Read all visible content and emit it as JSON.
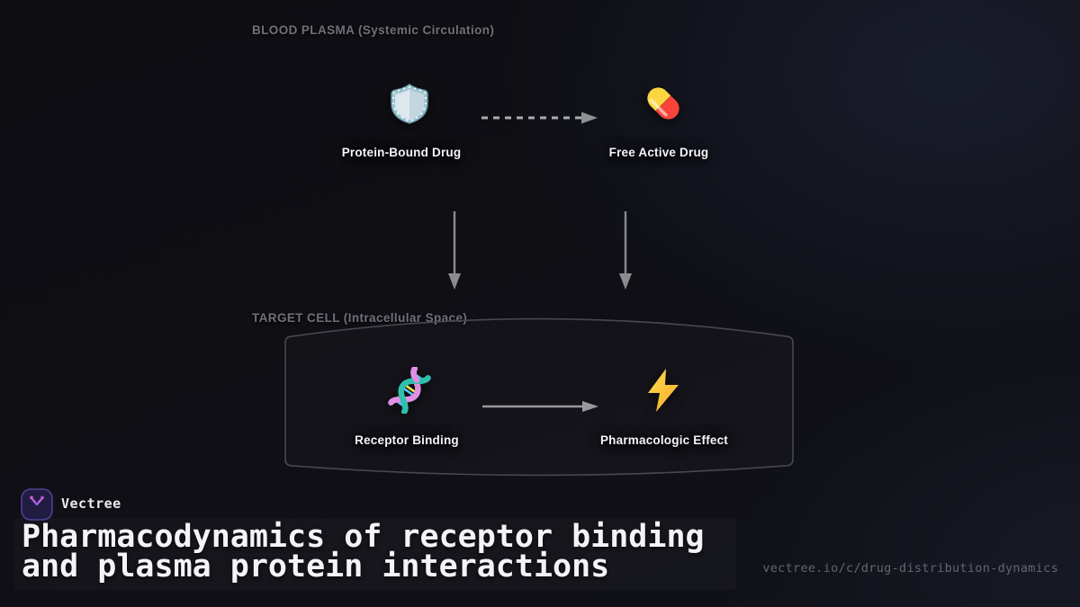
{
  "colors": {
    "background": "#0e0e14",
    "section_header_text": "#6e7178",
    "node_label_text": "#f4f5f7",
    "arrow_gray": "#9b9ba0",
    "cell_outline": "#47474f",
    "brand_text": "#eaeaee",
    "url_text": "#62666e",
    "logo_purple": "#8b5cf6",
    "logo_magenta": "#d75fd0",
    "pill_yellow": "#fcd53f",
    "pill_red": "#f8443b",
    "bolt_gold": "#ffd83b",
    "shield_blue": "#9ec5d2",
    "dna_pink": "#e08fe3",
    "dna_teal": "#2fbfae"
  },
  "diagram": {
    "plasma": {
      "header": "BLOOD PLASMA (Systemic Circulation)",
      "connector_style": "dashed-right-arrow",
      "nodes": [
        {
          "icon": "shield-icon",
          "label": "Protein-Bound Drug"
        },
        {
          "icon": "pill-icon",
          "label": "Free Active Drug"
        }
      ]
    },
    "flow_arrows": {
      "style": "solid-down-arrow",
      "count": "2"
    },
    "target": {
      "header": "TARGET CELL (Intracellular Space)",
      "connector_style": "solid-right-arrow",
      "nodes": [
        {
          "icon": "dna-icon",
          "label": "Receptor Binding"
        },
        {
          "icon": "lightning-icon",
          "label": "Pharmacologic Effect"
        }
      ]
    }
  },
  "footer": {
    "brand": "Vectree",
    "logo_icon": "vectree-branch-icon",
    "title_lines": {
      "0": "Pharmacodynamics of receptor binding",
      "1": "and plasma protein interactions"
    },
    "url": "vectree.io/c/drug-distribution-dynamics"
  }
}
